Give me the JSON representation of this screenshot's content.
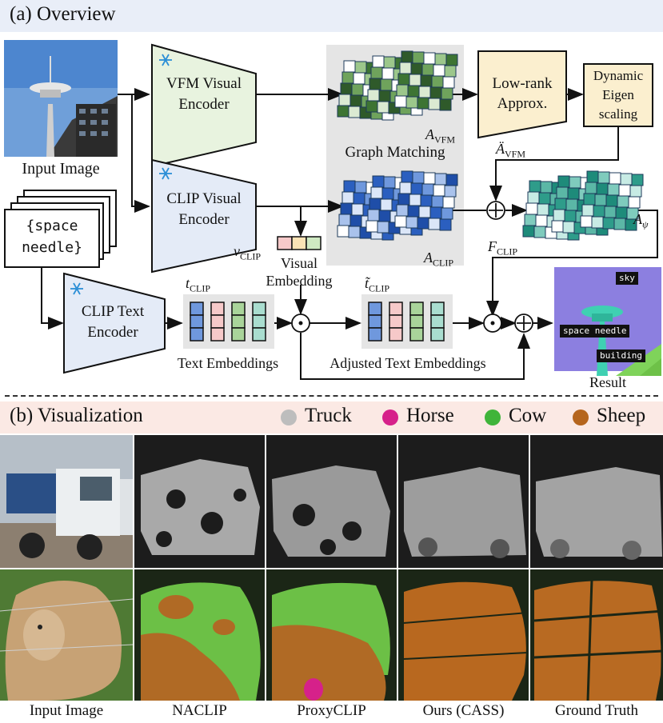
{
  "sections": {
    "overview_title": "(a) Overview",
    "visualization_title": "(b) Visualization"
  },
  "diagram": {
    "input_image_label": "Input Image",
    "text_prompt": [
      "{space",
      "needle}"
    ],
    "vfm_encoder": [
      "VFM Visual",
      "Encoder"
    ],
    "clip_visual_encoder": [
      "CLIP Visual",
      "Encoder"
    ],
    "clip_text_encoder": [
      "CLIP Text",
      "Encoder"
    ],
    "graph_matching": "Graph Matching",
    "low_rank": [
      "Low-rank",
      "Approx."
    ],
    "dynamic_eigen": [
      "Dynamic",
      "Eigen",
      "scaling"
    ],
    "visual_embedding": [
      "Visual",
      "Embedding"
    ],
    "text_embeddings": "Text Embeddings",
    "adjusted_text_embeddings": "Adjusted Text Embeddings",
    "result": "Result",
    "symbols": {
      "a_vfm": "A",
      "a_vfm_sub": "VFM",
      "a_vfm_ddot": "Ä",
      "a_clip": "A",
      "a_clip_sub": "CLIP",
      "a_psi": "A",
      "a_psi_sub": "ψ",
      "v_clip": "v",
      "v_clip_sub": "CLIP",
      "f_clip": "F",
      "f_clip_sub": "CLIP",
      "t_clip": "t",
      "t_clip_sub": "CLIP",
      "t_tilde": "t̃",
      "t_tilde_sub": "CLIP",
      "odot": "⊙",
      "oplus": "⊕"
    },
    "result_tags": [
      "sky",
      "space needle",
      "building"
    ]
  },
  "legend": [
    {
      "label": "Truck",
      "color": "#bdbdbd"
    },
    {
      "label": "Horse",
      "color": "#d6218a"
    },
    {
      "label": "Cow",
      "color": "#3fb43a"
    },
    {
      "label": "Sheep",
      "color": "#b5651d"
    }
  ],
  "columns": [
    "Input Image",
    "NACLIP",
    "ProxyCLIP",
    "Ours (CASS)",
    "Ground Truth"
  ],
  "colors": {
    "vfm_green": "#e8f3df",
    "clip_blue": "#e4ebf7",
    "tan": "#fbefcf",
    "teal": "#2f9c8a",
    "section_bg": "#e9eef8",
    "viz_bg": "#fbe9e4"
  }
}
